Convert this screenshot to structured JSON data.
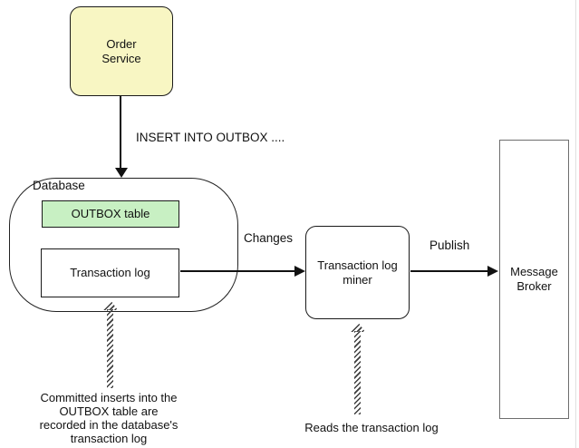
{
  "colors": {
    "service_fill": "#F8F6C3",
    "outbox_fill": "#C8F0C3",
    "broker_border": "#6e6e6e",
    "line_color": "#111111",
    "page_edge": "#e0e0e0"
  },
  "nodes": {
    "order_service": {
      "label": "Order\nService"
    },
    "database": {
      "label": "Database",
      "outbox_table": {
        "label": "OUTBOX table"
      },
      "transaction_log": {
        "label": "Transaction log"
      }
    },
    "miner": {
      "label": "Transaction log\nminer"
    },
    "broker": {
      "label": "Message\nBroker"
    }
  },
  "edges": {
    "insert": {
      "label": "INSERT INTO OUTBOX ...."
    },
    "changes": {
      "label": "Changes"
    },
    "publish": {
      "label": "Publish"
    }
  },
  "notes": {
    "committed": {
      "text": "Committed inserts into the\nOUTBOX table are\nrecorded in the database's\ntransaction log"
    },
    "reads": {
      "text": "Reads the transaction log"
    }
  }
}
